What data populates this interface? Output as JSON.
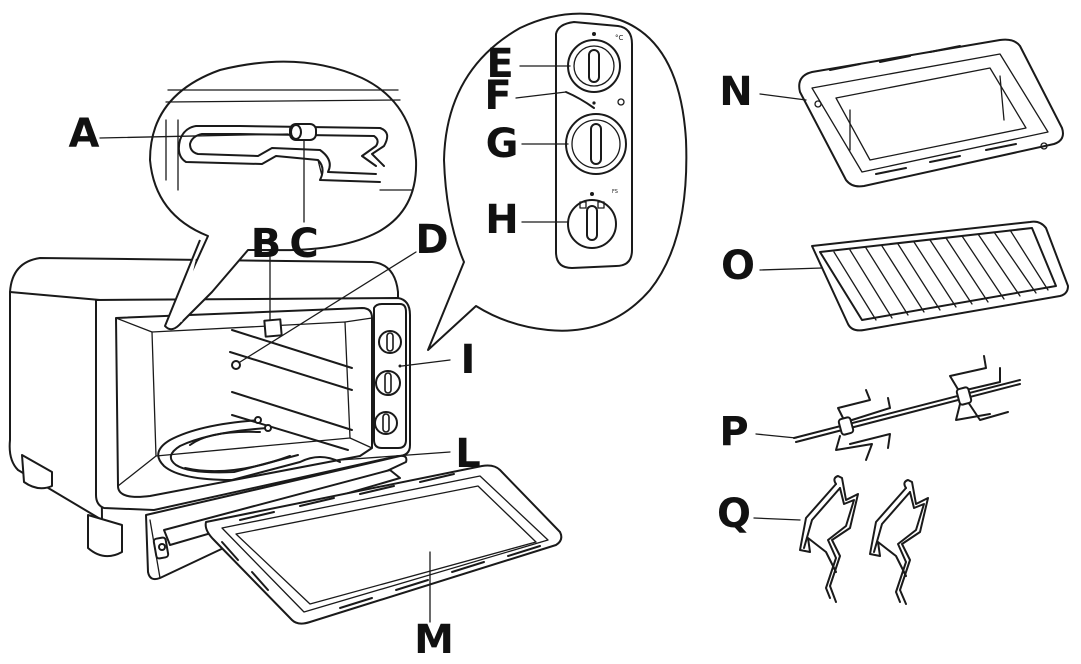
{
  "labels": {
    "A": "A",
    "B": "B",
    "C": "C",
    "D": "D",
    "E": "E",
    "F": "F",
    "G": "G",
    "H": "H",
    "I": "I",
    "L": "L",
    "M": "M",
    "N": "N",
    "O": "O",
    "P": "P",
    "Q": "Q"
  },
  "panel": {
    "unit": "°C"
  },
  "colors": {
    "stroke": "#1a1a1a",
    "background": "#ffffff"
  }
}
